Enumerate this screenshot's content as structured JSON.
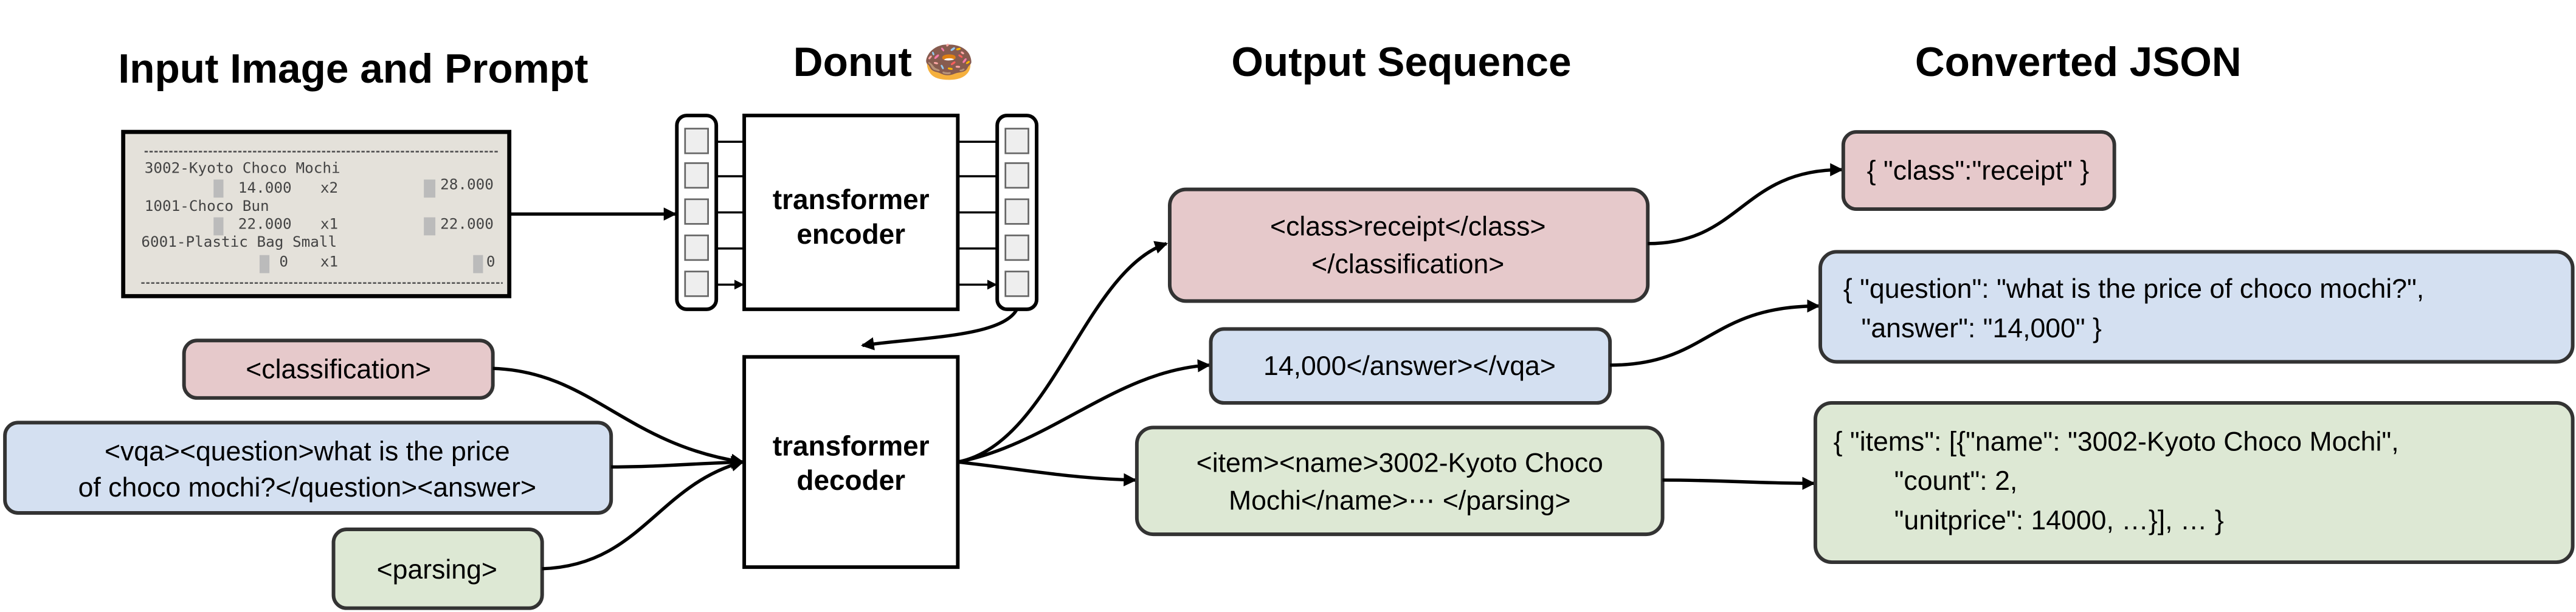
{
  "titles": {
    "input": "Input Image and Prompt",
    "donut": "Donut 🍩",
    "output": "Output Sequence",
    "json": "Converted JSON"
  },
  "receipt": {
    "lines": [
      "3002-Kyoto Choco Mochi",
      "14.000",
      "x2",
      "28.000",
      "1001-Choco Bun",
      "22.000",
      "x1",
      "22.000",
      "6001-Plastic Bag Small",
      "0",
      "x1",
      "0"
    ]
  },
  "model": {
    "encoder_line1": "transformer",
    "encoder_line2": "encoder",
    "decoder_line1": "transformer",
    "decoder_line2": "decoder"
  },
  "prompts": {
    "classification": "<classification>",
    "vqa_line1": "<vqa><question>what is the price",
    "vqa_line2": "of choco mochi?</question><answer>",
    "parsing": "<parsing>"
  },
  "outputs": {
    "class_line1": "<class>receipt</class>",
    "class_line2": "</classification>",
    "vqa": "14,000</answer></vqa>",
    "parse_line1": "<item><name>3002-Kyoto Choco",
    "parse_line2": "Mochi</name>⋯ </parsing>"
  },
  "json": {
    "class": "{ \"class\":\"receipt\" }",
    "vqa_line1": "{ \"question\": \"what is the price of choco mochi?\",",
    "vqa_line2": "\"answer\": \"14,000\" }",
    "parse_line1": "{ \"items\": [{\"name\": \"3002-Kyoto Choco Mochi\",",
    "parse_line2": "\"count\": 2,",
    "parse_line3": "\"unitprice\": 14000, …}], … }"
  },
  "colors": {
    "classification": "#e6c9cb",
    "vqa": "#d4e0f1",
    "parsing": "#dde8d4",
    "receipt_paper": "#e4e1da"
  }
}
